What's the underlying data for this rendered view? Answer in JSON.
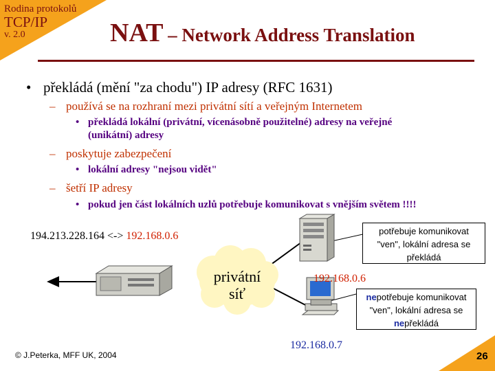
{
  "header": {
    "series_small": "Rodina protokolů",
    "series_big": "TCP/IP",
    "version": "v. 2.0",
    "title_main": "NAT",
    "title_sub": " – Network Address Translation"
  },
  "bullets": {
    "main": "překládá (mění \"za chodu\")  IP adresy (RFC 1631)",
    "sub1": "používá se na rozhraní mezi privátní sítí a veřejným Internetem",
    "sub1_detail_line1": "překládá lokální (privátní, vícenásobně použitelné) adresy na veřejné",
    "sub1_detail_line2": "(unikátní) adresy",
    "sub2": "poskytuje zabezpečení",
    "sub2_detail": "lokální adresy \"nejsou vidět\"",
    "sub3": "šetří IP adresy",
    "sub3_detail": "pokud jen část lokálních uzlů potřebuje komunikovat s vnějším světem !!!!",
    "level2_marker": "–",
    "level1_marker": "•",
    "level3_marker": "•"
  },
  "diagram": {
    "translation_public": "194.213.228.164 <-> ",
    "translation_private": "192.168.0.6",
    "cloud_line1": "privátní",
    "cloud_line2": "síť",
    "server_ip": "192.168.0.6",
    "workstation_ip": "192.168.0.7",
    "note_server_line1": "potřebuje komunikovat",
    "note_server_line2": "\"ven\", lokální adresa se",
    "note_server_line3": "překládá",
    "note_ws_line1_prefix": "ne",
    "note_ws_line1_rest": "potřebuje komunikovat",
    "note_ws_line2": "\"ven\", lokální adresa se",
    "note_ws_line3_prefix": "ne",
    "note_ws_line3_rest": "překládá"
  },
  "footer": {
    "copyright": "© J.Peterka, MFF UK, 2004",
    "page_number": "26"
  },
  "colors": {
    "accent": "#f5a21c",
    "title": "#7a1010",
    "level2": "#c03000",
    "level3": "#550080",
    "ip_red": "#d02000",
    "ip_blue": "#1a2aa0"
  },
  "icons": {
    "router": "nat-router-icon",
    "server": "tower-server-icon",
    "workstation": "workstation-icon",
    "cloud": "private-network-cloud",
    "arrow": "outbound-arrow"
  }
}
